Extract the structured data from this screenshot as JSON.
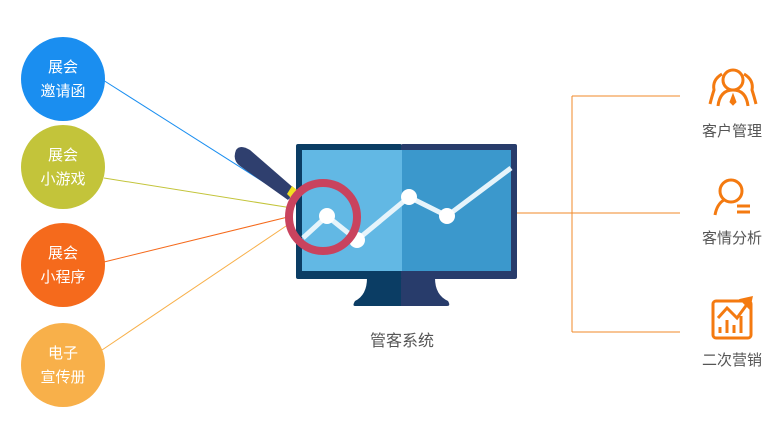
{
  "left_items": [
    {
      "line1": "展会",
      "line2": "邀请函",
      "color": "#1a8ef0"
    },
    {
      "line1": "展会",
      "line2": "小游戏",
      "color": "#c3c43a"
    },
    {
      "line1": "展会",
      "line2": "小程序",
      "color": "#f56a1c"
    },
    {
      "line1": "电子",
      "line2": "宣传册",
      "color": "#f8b04a"
    }
  ],
  "center": {
    "label": "管客系统"
  },
  "right_items": [
    {
      "label": "客户管理",
      "icon": "customers-icon"
    },
    {
      "label": "客情分析",
      "icon": "user-analysis-icon"
    },
    {
      "label": "二次营销",
      "icon": "growth-chart-icon"
    }
  ],
  "accent": "#f47a10"
}
